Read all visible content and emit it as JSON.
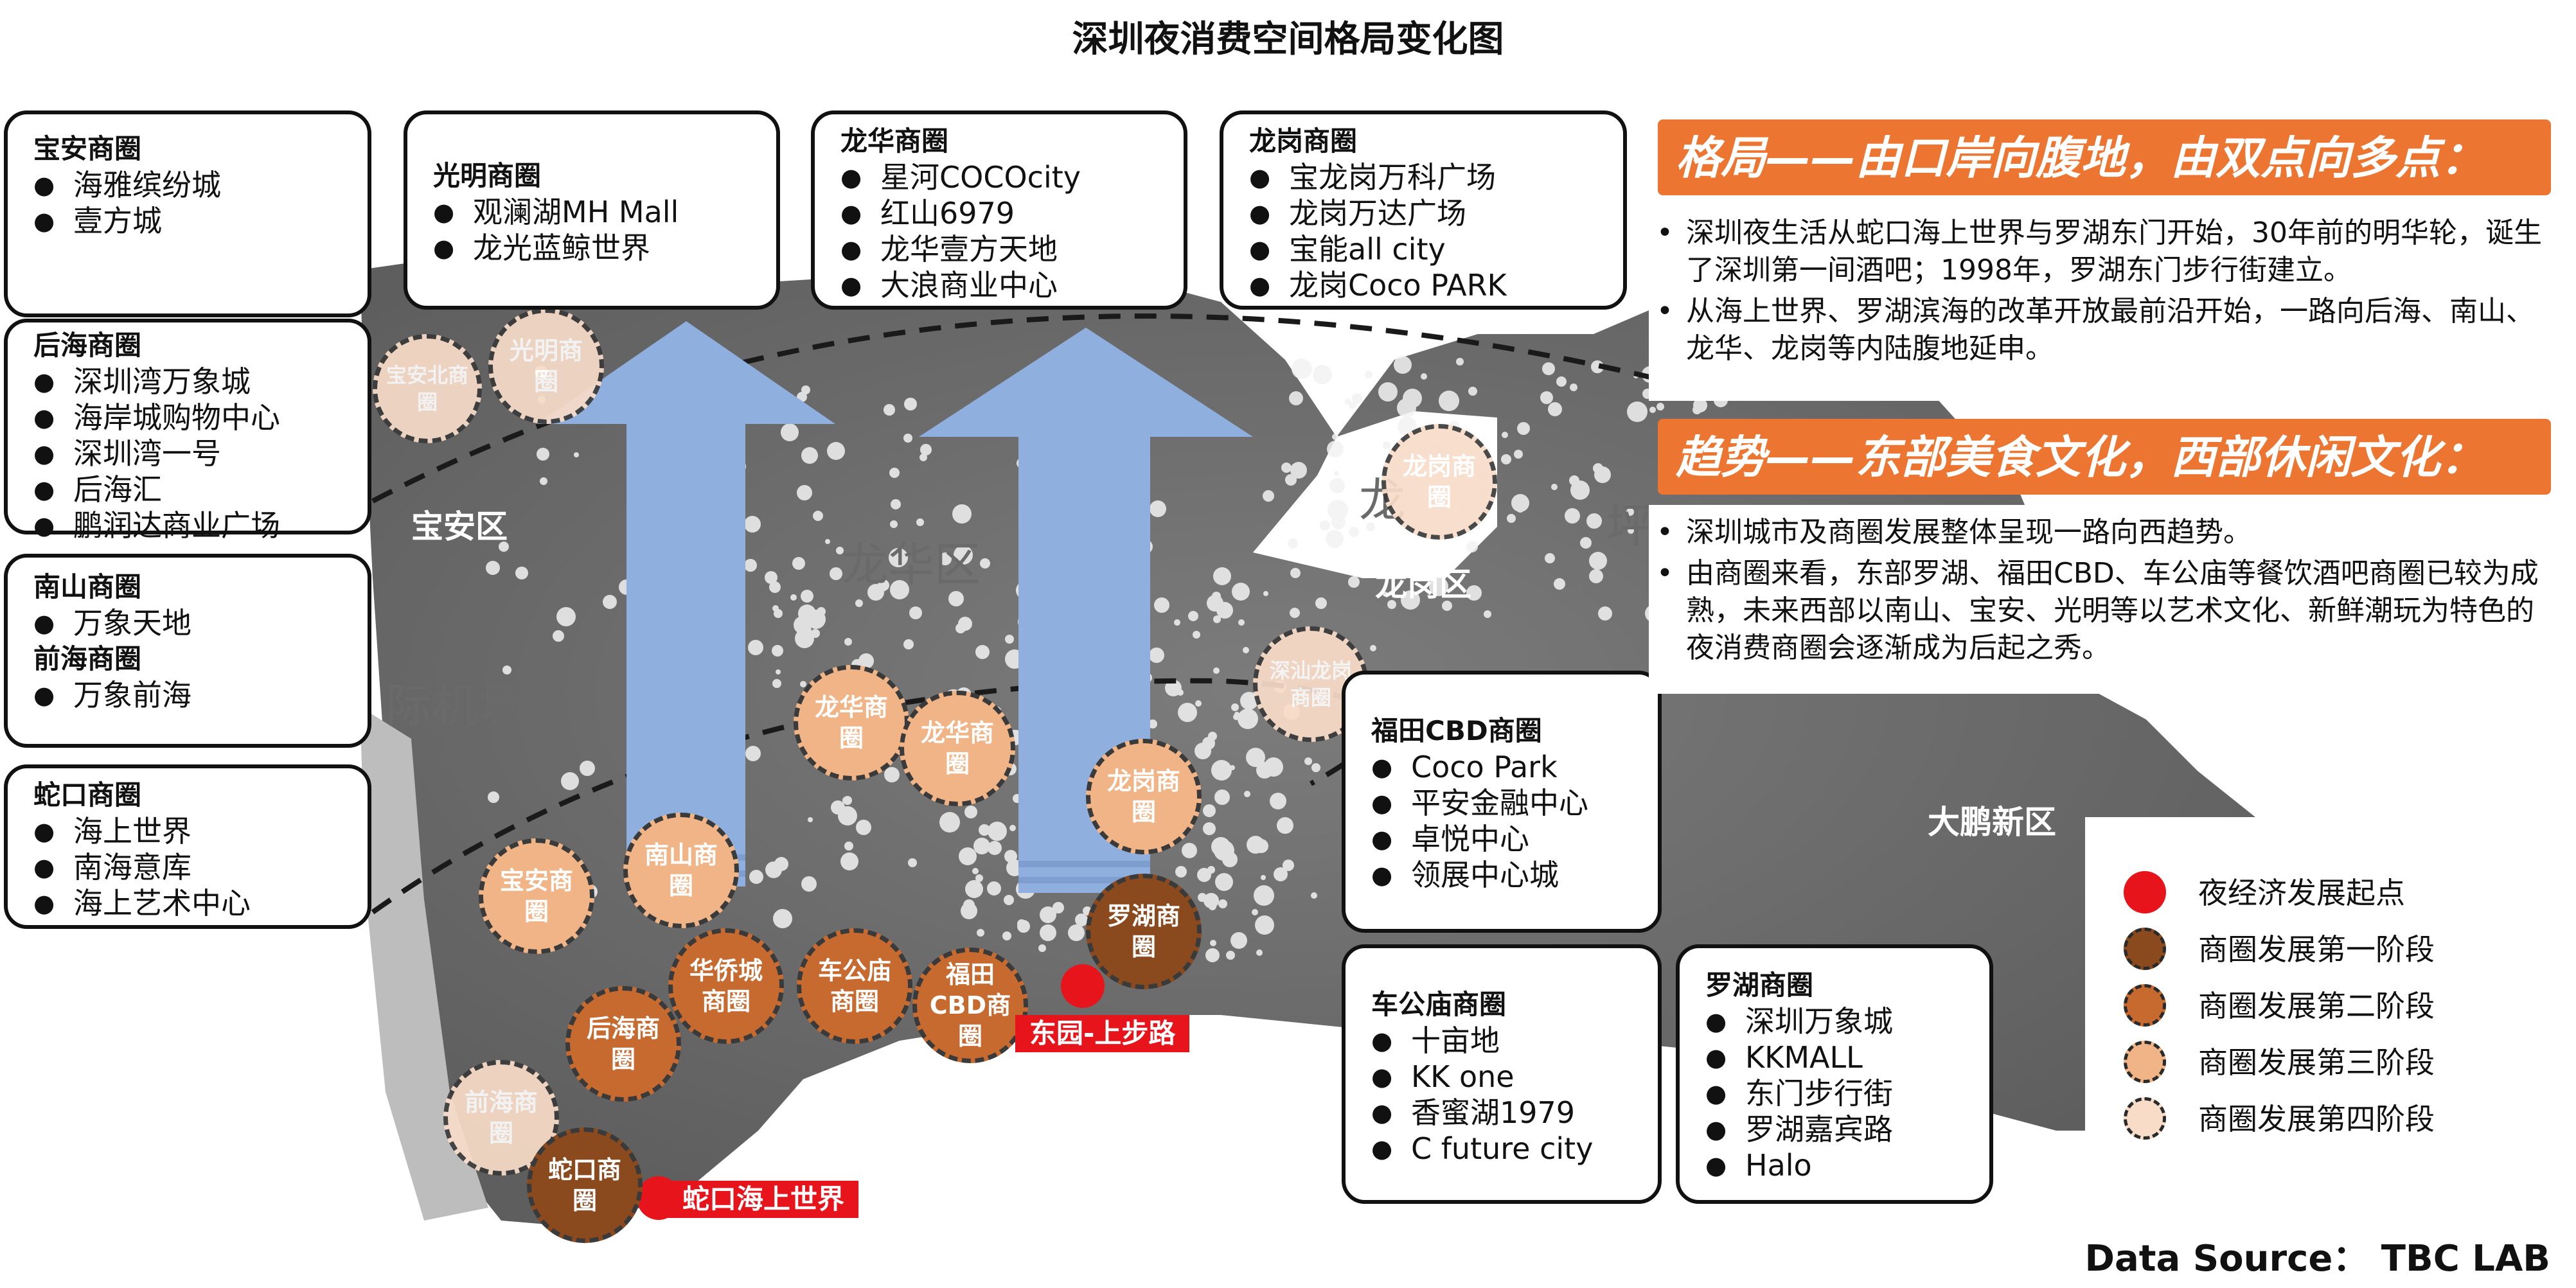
{
  "title": "深圳夜消费空间格局变化图",
  "source": "Data Source： TBC LAB",
  "colors": {
    "start": "#e8141c",
    "stage1": "#8a4a1e",
    "stage2": "#c76a2f",
    "stage3": "#f0b486",
    "stage4": "#f8dcc8",
    "accent": "#ec7631",
    "arrow": "#8fb0de"
  },
  "districts": {
    "baoan": "宝安区",
    "longgang": "龙岗区",
    "dapeng": "大鹏新区",
    "longhua_ghost": "龙华区",
    "airport_ghost": "际机场",
    "ping_ghost": "坪",
    "long_ghost": "龙"
  },
  "start_points": {
    "dongmen": "东园-上步路",
    "shekou": "蛇口海上世界"
  },
  "boxes": {
    "baoan": {
      "header": "宝安商圈",
      "items": [
        "海雅缤纷城",
        "壹方城"
      ]
    },
    "houhai": {
      "header": "后海商圈",
      "items": [
        "深圳湾万象城",
        "海岸城购物中心",
        "深圳湾一号",
        "后海汇",
        "鹏润达商业广场"
      ]
    },
    "nanshan": {
      "header": "南山商圈",
      "items": [
        "万象天地"
      ],
      "header2": "前海商圈",
      "items2": [
        "万象前海"
      ]
    },
    "shekou": {
      "header": "蛇口商圈",
      "items": [
        "海上世界",
        "南海意库",
        "海上艺术中心"
      ]
    },
    "guangming": {
      "header": "光明商圈",
      "items": [
        "观澜湖MH Mall",
        "龙光蓝鲸世界"
      ]
    },
    "longhua": {
      "header": "龙华商圈",
      "items": [
        "星河COCOcity",
        "红山6979",
        "龙华壹方天地",
        "大浪商业中心"
      ]
    },
    "longgang": {
      "header": "龙岗商圈",
      "items": [
        "宝龙岗万科广场",
        "龙岗万达广场",
        "宝能all city",
        "龙岗Coco PARK"
      ]
    },
    "futian": {
      "header": "福田CBD商圈",
      "items": [
        "Coco Park",
        "平安金融中心",
        "卓悦中心",
        "领展中心城"
      ]
    },
    "chegongmiao": {
      "header": "车公庙商圈",
      "items": [
        "十亩地",
        "KK one",
        "香蜜湖1979",
        "C future city"
      ]
    },
    "luohu": {
      "header": "罗湖商圈",
      "items": [
        "深圳万象城",
        "KKMALL",
        "东门步行街",
        "罗湖嘉宾路",
        "Halo"
      ]
    }
  },
  "section1": {
    "heading": "格局——由口岸向腹地，由双点向多点：",
    "bullets": [
      "深圳夜生活从蛇口海上世界与罗湖东门开始，30年前的明华轮，诞生了深圳第一间酒吧；1998年，罗湖东门步行街建立。",
      "从海上世界、罗湖滨海的改革开放最前沿开始，一路向后海、南山、龙华、龙岗等内陆腹地延申。"
    ]
  },
  "section2": {
    "heading": "趋势——东部美食文化，西部休闲文化：",
    "bullets": [
      "深圳城市及商圈发展整体呈现一路向西趋势。",
      "由商圈来看，东部罗湖、福田CBD、车公庙等餐饮酒吧商圈已较为成熟，未来西部以南山、宝安、光明等以艺术文化、新鲜潮玩为特色的夜消费商圈会逐渐成为后起之秀。"
    ]
  },
  "legend": [
    {
      "label": "夜经济发展起点",
      "stage": "start"
    },
    {
      "label": "商圈发展第一阶段",
      "stage": "stage1"
    },
    {
      "label": "商圈发展第二阶段",
      "stage": "stage2"
    },
    {
      "label": "商圈发展第三阶段",
      "stage": "stage3"
    },
    {
      "label": "商圈发展第四阶段",
      "stage": "stage4"
    }
  ],
  "circles": {
    "luohu": {
      "label": "罗湖商圈",
      "stage": "stage1"
    },
    "shekou": {
      "label": "蛇口商圈",
      "stage": "stage1"
    },
    "houhai": {
      "label": "后海商圈",
      "stage": "stage2"
    },
    "huaqiaocheng": {
      "label": "华侨城商圈",
      "stage": "stage2"
    },
    "chegongmiao": {
      "label": "车公庙商圈",
      "stage": "stage2"
    },
    "futian": {
      "label": "福田CBD商圈",
      "stage": "stage2"
    },
    "baoan": {
      "label": "宝安商圈",
      "stage": "stage3"
    },
    "nanshan": {
      "label": "南山商圈",
      "stage": "stage3"
    },
    "longhua1": {
      "label": "龙华商圈",
      "stage": "stage3"
    },
    "longhua2": {
      "label": "龙华商圈",
      "stage": "stage3"
    },
    "longgang1": {
      "label": "龙岗商圈",
      "stage": "stage3"
    },
    "qianhai": {
      "label": "前海商圈",
      "stage": "stage4"
    },
    "guangming": {
      "label": "光明商圈",
      "stage": "stage4"
    },
    "baoanbei": {
      "label": "宝安北商圈",
      "stage": "stage4"
    },
    "longgang2": {
      "label": "龙岗商圈",
      "stage": "stage4"
    },
    "shenlonggang": {
      "label": "深汕龙岗商圈",
      "stage": "stage4"
    }
  }
}
